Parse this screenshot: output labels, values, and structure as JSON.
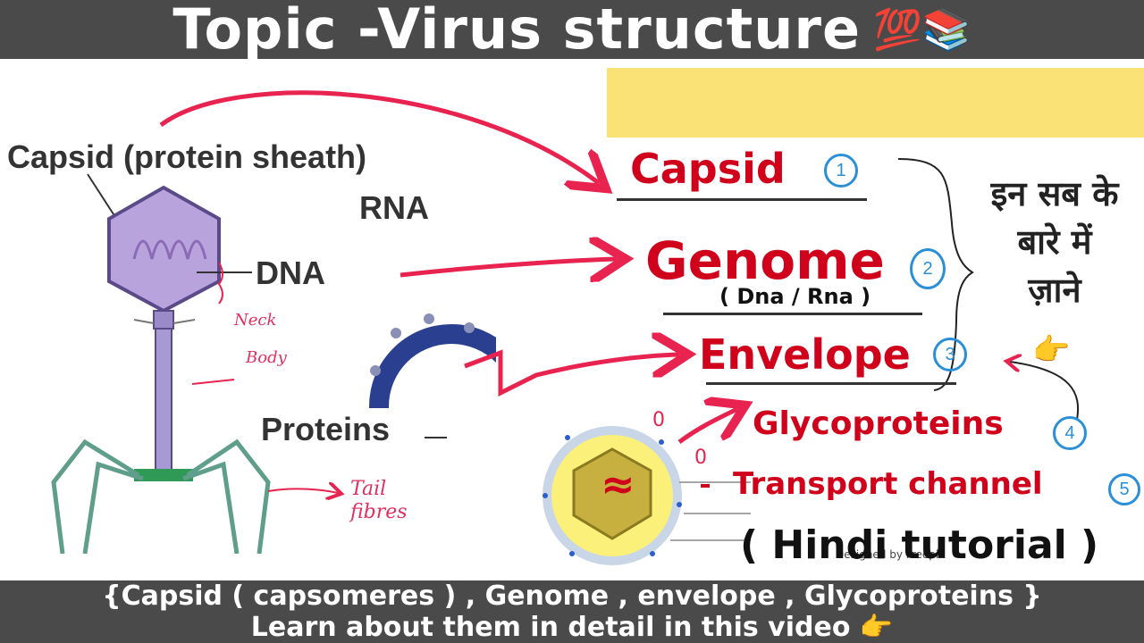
{
  "title": {
    "text": "Topic -Virus structure",
    "emoji": "💯📚"
  },
  "diagram": {
    "capsid_label": "Capsid (protein sheath)",
    "rna_label": "RNA",
    "dna_label": "DNA",
    "proteins_label": "Proteins",
    "handwritten_neck": "Neck",
    "handwritten_body": "Body",
    "handwritten_tail": "Tail fibres",
    "virus_letter": "≈",
    "zero_mark": "0",
    "watermark": "Designed by Freepik"
  },
  "list": {
    "items": [
      {
        "label": "Capsid",
        "number": "1"
      },
      {
        "label": "Genome",
        "number": "2",
        "sub": "( Dna / Rna )"
      },
      {
        "label": "Envelope",
        "number": "3"
      },
      {
        "label": "Glycoproteins",
        "number": "4"
      },
      {
        "label": "Transport channel",
        "number": "5"
      }
    ],
    "hindi_note": [
      "इन सब के",
      "बारे में",
      "ज़ाने"
    ],
    "pointing_emoji": "👉",
    "hindi_tutorial": "( Hindi tutorial )"
  },
  "bottom": {
    "line1": "{Capsid ( capsomeres ) , Genome , envelope , Glycoproteins }",
    "line2": "Learn about them in detail in this video 👉"
  },
  "colors": {
    "accent_red": "#d0021b",
    "arrow_pink": "#e8234f",
    "number_blue": "#2b8fd6",
    "bar_gray": "#4a4a4a",
    "highlight_yellow": "#fbe276"
  }
}
